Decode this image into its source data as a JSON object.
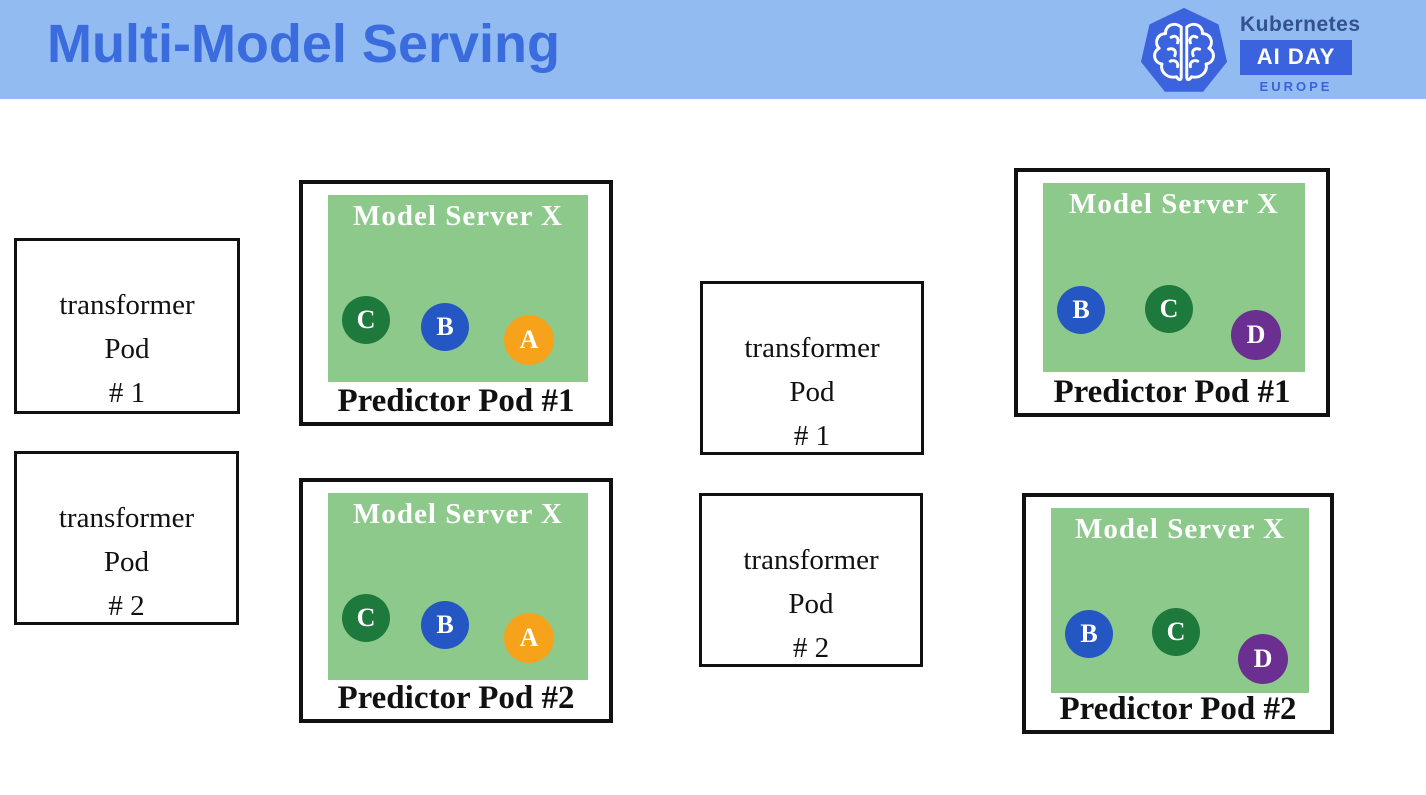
{
  "header": {
    "title": "Multi-Model Serving"
  },
  "logo": {
    "brand": "Kubernetes",
    "event": "AI DAY",
    "region": "EUROPE"
  },
  "colors": {
    "header_bg": "#92bbf2",
    "title_blue": "#3a6cdd",
    "logo_blue": "#3b63dd",
    "brand_navy": "#33508f",
    "server_green": "#8cc98a",
    "model_green": "#1d7a3c",
    "model_blue": "#2456c4",
    "model_orange": "#f7a21b",
    "model_purple": "#6b2e91",
    "outline": "#111111"
  },
  "diagram": {
    "transformer_pods": [
      {
        "lines": [
          "transformer",
          "Pod",
          "# 1"
        ]
      },
      {
        "lines": [
          "transformer",
          "Pod",
          "# 2"
        ]
      },
      {
        "lines": [
          "transformer",
          "Pod",
          "# 1"
        ]
      },
      {
        "lines": [
          "transformer",
          "Pod",
          "# 2"
        ]
      }
    ],
    "predictor_pods": [
      {
        "server": "Model Server X",
        "caption": "Predictor Pod #1",
        "models": [
          {
            "letter": "C",
            "color": "#1d7a3c"
          },
          {
            "letter": "B",
            "color": "#2456c4"
          },
          {
            "letter": "A",
            "color": "#f7a21b"
          }
        ]
      },
      {
        "server": "Model Server X",
        "caption": "Predictor Pod #2",
        "models": [
          {
            "letter": "C",
            "color": "#1d7a3c"
          },
          {
            "letter": "B",
            "color": "#2456c4"
          },
          {
            "letter": "A",
            "color": "#f7a21b"
          }
        ]
      },
      {
        "server": "Model Server X",
        "caption": "Predictor Pod #1",
        "models": [
          {
            "letter": "B",
            "color": "#2456c4"
          },
          {
            "letter": "C",
            "color": "#1d7a3c"
          },
          {
            "letter": "D",
            "color": "#6b2e91"
          }
        ]
      },
      {
        "server": "Model Server X",
        "caption": "Predictor Pod #2",
        "models": [
          {
            "letter": "B",
            "color": "#2456c4"
          },
          {
            "letter": "C",
            "color": "#1d7a3c"
          },
          {
            "letter": "D",
            "color": "#6b2e91"
          }
        ]
      }
    ]
  }
}
